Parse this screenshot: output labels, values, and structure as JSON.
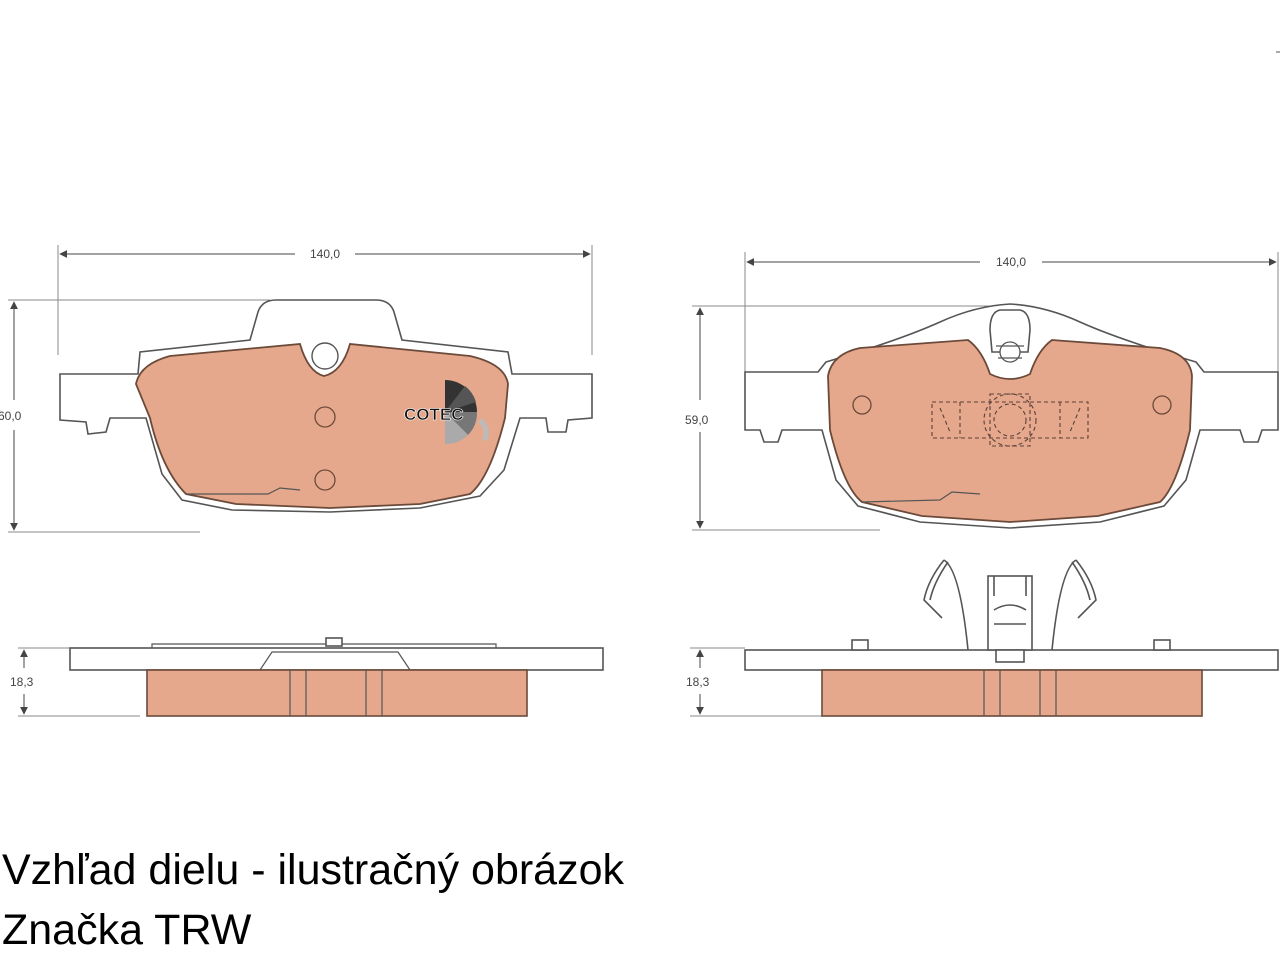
{
  "colors": {
    "friction_material": "#e6a88c",
    "outline": "#555555",
    "background": "#ffffff"
  },
  "left_view": {
    "width_label": "140,0",
    "height_label": "60,0",
    "thickness_label": "18,3",
    "logo_text": "COTEC"
  },
  "right_view": {
    "width_label": "140,0",
    "height_label": "59,0",
    "thickness_label": "18,3"
  },
  "caption": {
    "line1": "Vzhľad dielu - ilustračný obrázok",
    "line2": "Značka TRW"
  }
}
